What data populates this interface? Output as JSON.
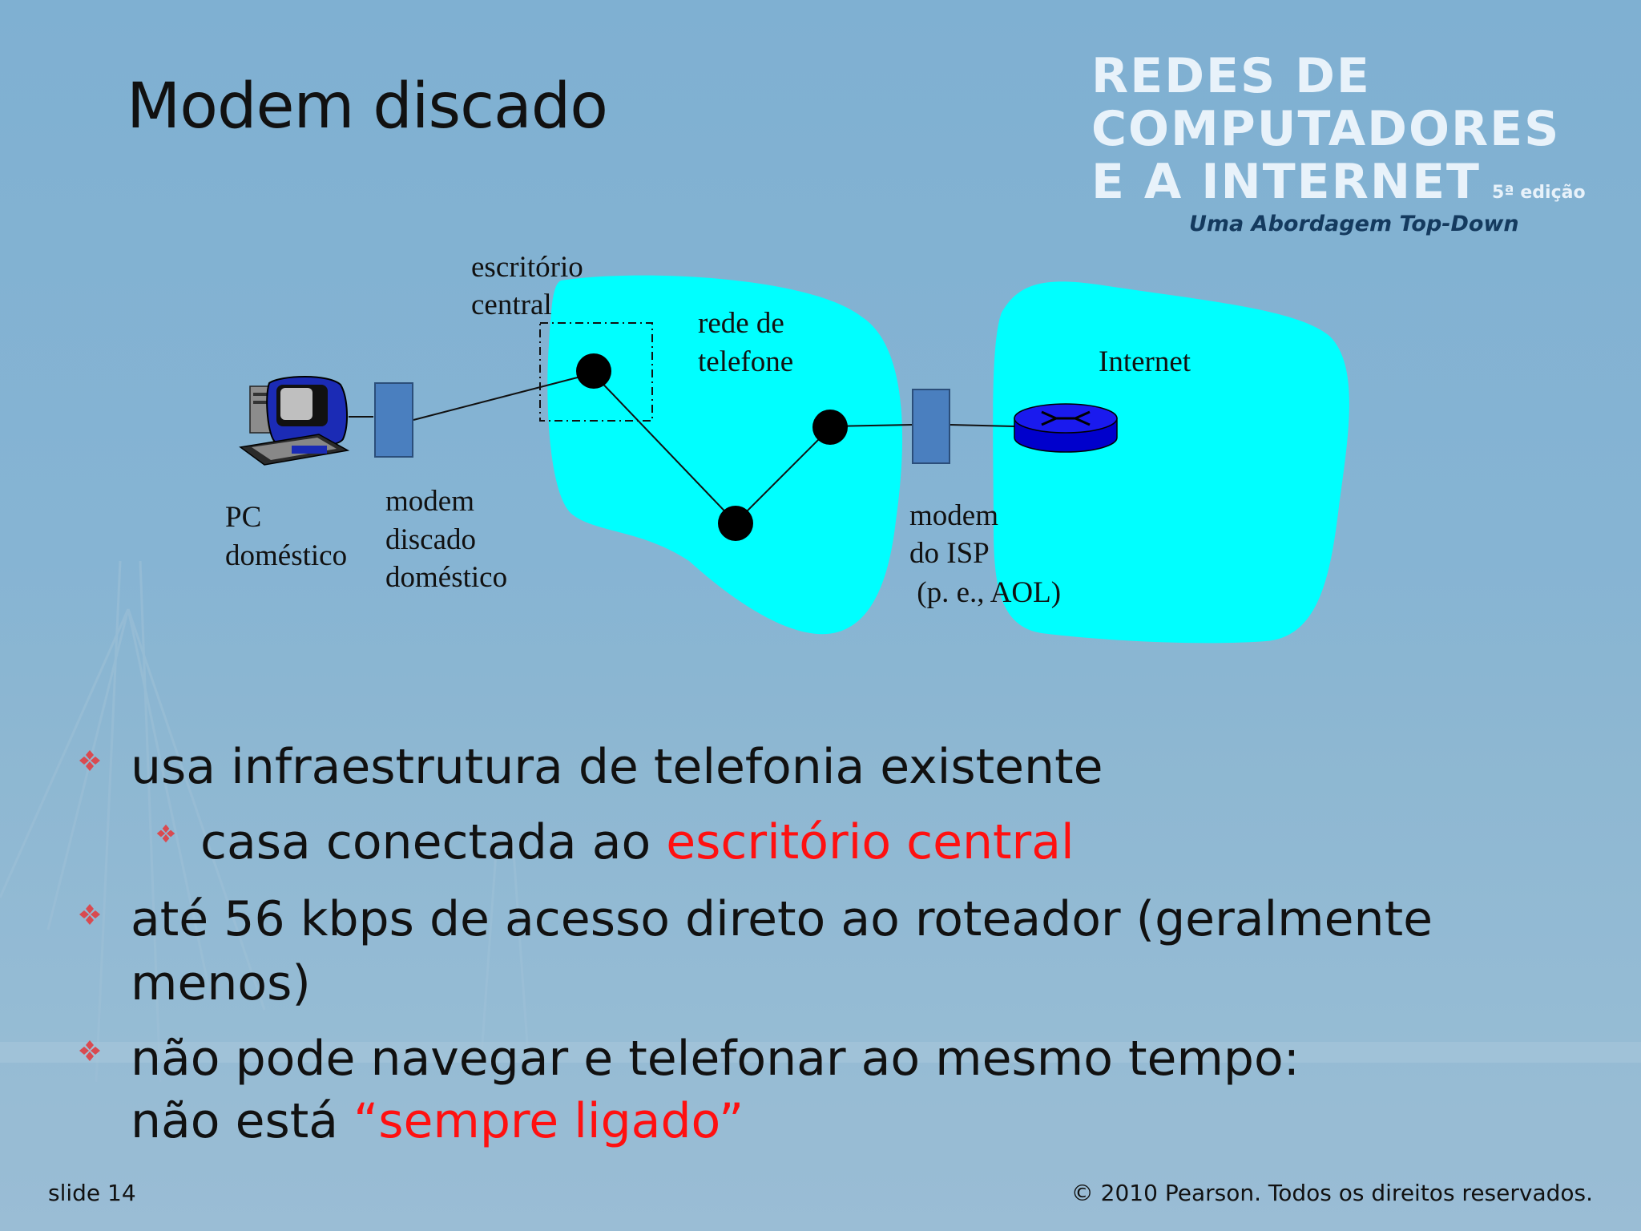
{
  "slide": {
    "title": "Modem discado",
    "logo": {
      "line1": "REDES DE",
      "line2": "COMPUTADORES",
      "line3": "E A INTERNET",
      "edition": "5ª edição",
      "subtitle": "Uma Abordagem Top-Down"
    },
    "diagram": {
      "pc_label_1": "PC",
      "pc_label_2": "doméstico",
      "home_modem_1": "modem",
      "home_modem_2": "discado",
      "home_modem_3": "doméstico",
      "central_office_1": "escritório",
      "central_office_2": "central",
      "phone_net_1": "rede de",
      "phone_net_2": "telefone",
      "isp_modem_1": "modem",
      "isp_modem_2": "do ISP",
      "isp_modem_3": " (p. e., AOL)",
      "internet": "Internet"
    },
    "bullets": {
      "b1": "usa infraestrutura de telefonia existente",
      "b1a_prefix": "casa conectada ao ",
      "b1a_red": "escritório central",
      "b2_line1": "até 56 kbps de acesso direto ao roteador (geralmente",
      "b2_line2": "menos)",
      "b3_line1": "não pode navegar e telefonar ao mesmo tempo:",
      "b3_line2_prefix": "não está ",
      "b3_line2_red": "“sempre ligado”"
    },
    "footer": {
      "slide_number": "slide 14",
      "copyright": "© 2010 Pearson. Todos os direitos reservados."
    },
    "colors": {
      "cloud": "#00ffff",
      "accent_red": "#ff1010",
      "modem_box": "#4a7fbf",
      "router": "#0000cc",
      "bullet_marker": "#d94a50"
    }
  }
}
